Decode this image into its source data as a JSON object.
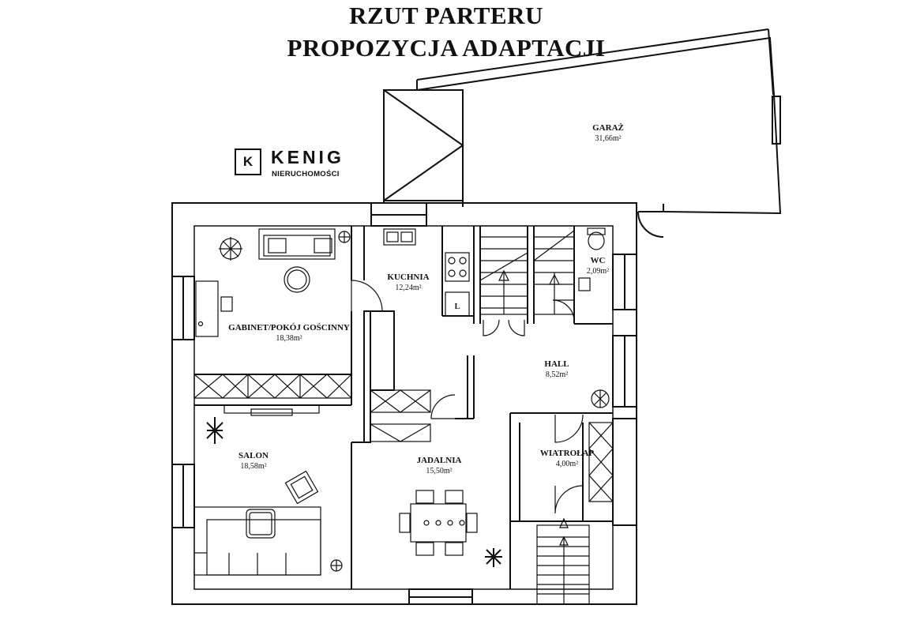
{
  "title": {
    "line1": "RZUT PARTERU",
    "line2": "PROPOZYCJA ADAPTACJI"
  },
  "logo": {
    "mark": "K",
    "name": "KENIG",
    "subtitle": "NIERUCHOMOŚCI"
  },
  "rooms": {
    "garaz": {
      "name": "GARAŻ",
      "area": "31,66m²"
    },
    "kuchnia": {
      "name": "KUCHNIA",
      "area": "12,24m²"
    },
    "wc": {
      "name": "WC",
      "area": "2,09m²"
    },
    "gabinet": {
      "name": "GABINET/POKÓJ GOŚCINNY",
      "area": "18,38m²"
    },
    "hall": {
      "name": "HALL",
      "area": "8,52m²"
    },
    "salon": {
      "name": "SALON",
      "area": "18,58m²"
    },
    "jadalnia": {
      "name": "JADALNIA",
      "area": "15,50m²"
    },
    "wiatrolap": {
      "name": "WIATROŁAP",
      "area": "4,00m²"
    }
  },
  "fridge_label": "L"
}
